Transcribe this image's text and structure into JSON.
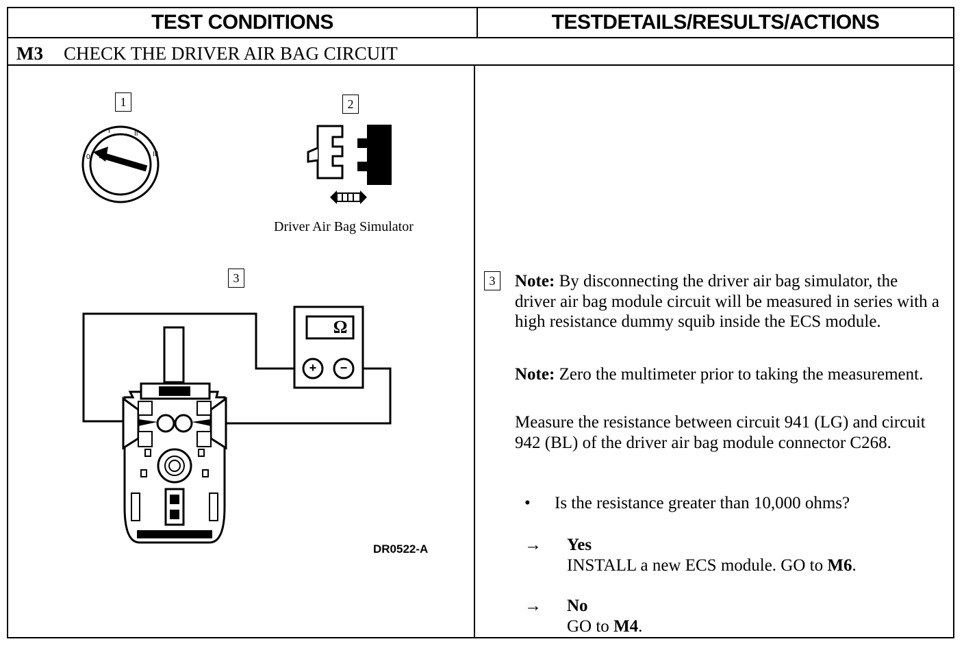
{
  "header": {
    "left": "TEST CONDITIONS",
    "right": "TESTDETAILS/RESULTS/ACTIONS"
  },
  "section": {
    "code": "M3",
    "title": "CHECK THE DRIVER AIR BAG CIRCUIT"
  },
  "left_panel": {
    "steps": [
      "1",
      "2",
      "3"
    ],
    "simulator_caption": "Driver Air Bag Simulator",
    "meter_symbol": "Ω",
    "plus": "+",
    "minus": "−",
    "figure_code": "DR0522-A",
    "icons": [
      "ignition-switch-icon",
      "connector-disconnect-icon",
      "multimeter-icon",
      "connector-c268-icon"
    ]
  },
  "right_panel": {
    "step": "3",
    "note1_label": "Note:",
    "note1_text": "By disconnecting the driver air bag simulator, the driver air bag module circuit will be measured in series with a high resistance dummy squib inside the ECS module.",
    "note2_label": "Note:",
    "note2_text": "Zero the multimeter prior to taking the measurement.",
    "instruction": "Measure the resistance between circuit 941 (LG) and circuit 942 (BL) of the driver air bag module connector C268.",
    "bullet": "•",
    "question": "Is the resistance greater than 10,000 ohms?",
    "arrow": "→",
    "yes_label": "Yes",
    "yes_action": "INSTALL a new ECS module. GO to",
    "yes_target": "M6",
    "no_label": "No",
    "no_action": "GO to",
    "no_target": "M4",
    "period": "."
  }
}
